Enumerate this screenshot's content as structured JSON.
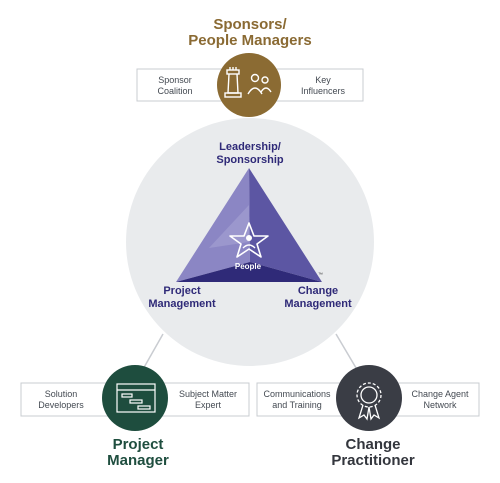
{
  "sponsors": {
    "title_line1": "Sponsors/",
    "title_line2": "People Managers",
    "left_line1": "Sponsor",
    "left_line2": "Coalition",
    "right_line1": "Key",
    "right_line2": "Influencers",
    "icons": [
      "chess-rook-icon",
      "people-group-icon"
    ]
  },
  "triangle": {
    "top_line1": "Leadership/",
    "top_line2": "Sponsorship",
    "center_label": "People",
    "left_line1": "Project",
    "left_line2": "Management",
    "right_line1": "Change",
    "right_line2": "Management",
    "trademark": "™"
  },
  "project_manager": {
    "title_line1": "Project",
    "title_line2": "Manager",
    "left_line1": "Solution",
    "left_line2": "Developers",
    "right_line1": "Subject Matter",
    "right_line2": "Expert",
    "icon": "gantt-chart-icon"
  },
  "change_practitioner": {
    "title_line1": "Change",
    "title_line2": "Practitioner",
    "left_line1": "Communications",
    "left_line2": "and Training",
    "right_line1": "Change Agent",
    "right_line2": "Network",
    "icon": "award-ribbon-icon"
  },
  "colors": {
    "sponsor_circle": "#8b6b33",
    "project_circle": "#1e4d3e",
    "change_circle": "#3a3d45",
    "big_circle": "#e9ebed",
    "triangle_dark": "#2f2a78",
    "triangle_mid": "#5c56a3",
    "triangle_light": "#8b86c4"
  }
}
